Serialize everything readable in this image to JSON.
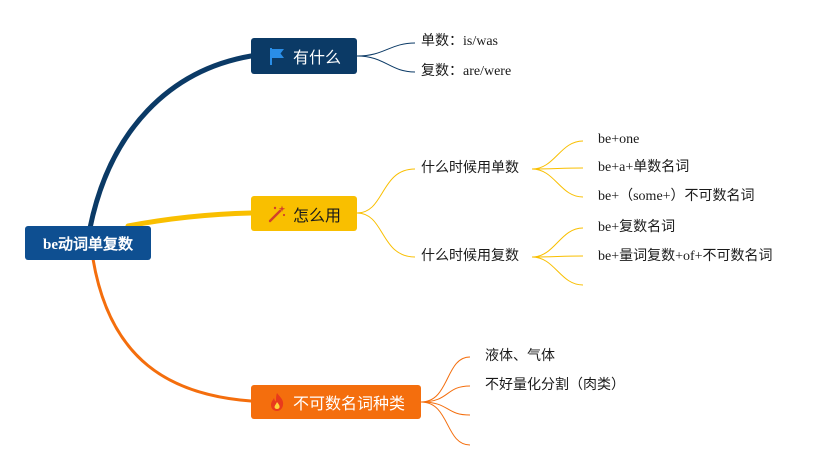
{
  "root": {
    "label": "be动词单复数"
  },
  "branches": [
    {
      "label": "有什么",
      "icon": "flag-icon",
      "color": "#0b3a66",
      "children": [
        "单数：is/was",
        "复数：are/were"
      ]
    },
    {
      "label": "怎么用",
      "icon": "magic-wand-icon",
      "color": "#f9bf00",
      "groups": [
        {
          "label": "什么时候用单数",
          "children": [
            "be+one",
            "be+a+单数名词",
            "be+（some+）不可数名词"
          ]
        },
        {
          "label": "什么时候用复数",
          "children": [
            "be+复数名词",
            "be+量词复数+of+不可数名词",
            ""
          ]
        }
      ]
    },
    {
      "label": "不可数名词种类",
      "icon": "fire-icon",
      "color": "#f46e0d",
      "children": [
        "液体、气体",
        "不好量化分割（肉类）",
        "",
        ""
      ]
    }
  ]
}
